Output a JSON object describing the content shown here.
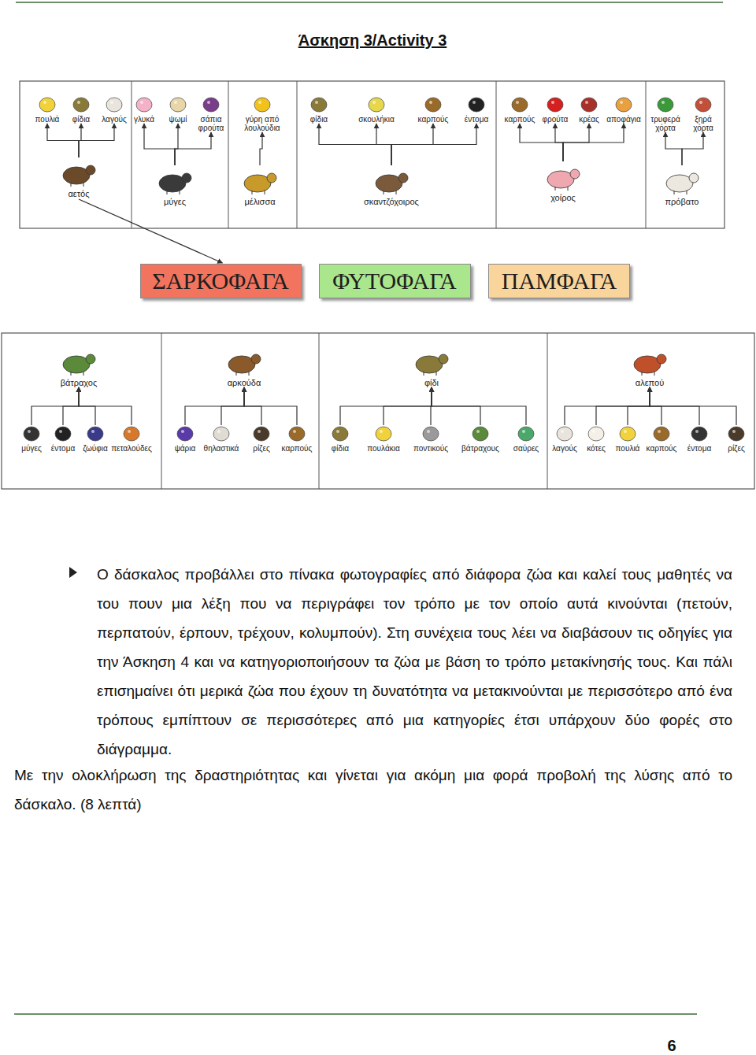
{
  "diagram": {
    "title": "Άσκηση 3/Activity 3",
    "nodes": [
      {
        "text": [
          "πουλιά"
        ]
      },
      {
        "text": [
          "φίδια"
        ]
      },
      {
        "text": [
          "λαγούς"
        ]
      },
      {
        "text": [
          "αετός"
        ]
      },
      {
        "text": [
          "γλυκά"
        ]
      },
      {
        "text": [
          "ψωμί"
        ]
      },
      {
        "text": [
          "σάπια φρούτα"
        ]
      },
      {
        "text": [
          "μύγες"
        ]
      },
      {
        "text": [
          "γύρη από λουλούδια"
        ]
      },
      {
        "text": [
          "μέλισσα"
        ]
      },
      {
        "text": [
          "φίδια"
        ]
      },
      {
        "text": [
          "σκουλήκια"
        ]
      },
      {
        "text": [
          "καρπούς"
        ]
      },
      {
        "text": [
          "έντομα"
        ]
      },
      {
        "text": [
          "σκαντζόχοιρος"
        ]
      },
      {
        "text": [
          "καρπούς"
        ]
      },
      {
        "text": [
          "φρούτα"
        ]
      },
      {
        "text": [
          "κρέας"
        ]
      },
      {
        "text": [
          "αποφάγια"
        ]
      },
      {
        "text": [
          "χοίρος"
        ]
      },
      {
        "text": [
          "τρυφερά χόρτα"
        ]
      },
      {
        "text": [
          "ξηρά χόρτα"
        ]
      },
      {
        "text": [
          "πρόβατο"
        ]
      },
      {
        "text": [
          "ΣΑΡΚΟΦΑΓΑ"
        ]
      },
      {
        "text": [
          "ΦΥΤΟΦΑΓΑ"
        ]
      },
      {
        "text": [
          "ΠΑΜΦΑΓΑ"
        ]
      },
      {
        "text": [
          "βάτραχος"
        ]
      },
      {
        "text": [
          "μύγες"
        ]
      },
      {
        "text": [
          "έντομα"
        ]
      },
      {
        "text": [
          "ζωύφια"
        ]
      },
      {
        "text": [
          "πεταλούδες"
        ]
      },
      {
        "text": [
          "αρκούδα"
        ]
      },
      {
        "text": [
          "ψάρια"
        ]
      },
      {
        "text": [
          "θηλαστικά"
        ]
      },
      {
        "text": [
          "ρίζες"
        ]
      },
      {
        "text": [
          "καρπούς"
        ]
      },
      {
        "text": [
          "φίδι"
        ]
      },
      {
        "text": [
          "φίδια"
        ]
      },
      {
        "text": [
          "πουλάκια"
        ]
      },
      {
        "text": [
          "ποντικούς"
        ]
      },
      {
        "text": [
          "βάτραχους"
        ]
      },
      {
        "text": [
          "σαύρες"
        ]
      },
      {
        "text": [
          "αλεπού"
        ]
      },
      {
        "text": [
          "λαγούς"
        ]
      },
      {
        "text": [
          "κότες"
        ]
      },
      {
        "text": [
          "πουλιά"
        ]
      },
      {
        "text": [
          "καρπούς"
        ]
      },
      {
        "text": [
          "έντομα"
        ]
      },
      {
        "text": [
          "ρίζες"
        ]
      }
    ],
    "edges": [
      {
        "from": 3,
        "to": 0,
        "arrow": "to"
      },
      {
        "from": 3,
        "to": 1,
        "arrow": "to"
      },
      {
        "from": 3,
        "to": 2,
        "arrow": "to"
      },
      {
        "from": 7,
        "to": 4,
        "arrow": "to"
      },
      {
        "from": 7,
        "to": 5,
        "arrow": "to"
      },
      {
        "from": 7,
        "to": 6,
        "arrow": "to"
      },
      {
        "from": 9,
        "to": 8,
        "arrow": "to"
      },
      {
        "from": 14,
        "to": 10,
        "arrow": "to"
      },
      {
        "from": 14,
        "to": 11,
        "arrow": "to"
      },
      {
        "from": 14,
        "to": 12,
        "arrow": "to"
      },
      {
        "from": 14,
        "to": 13,
        "arrow": "to"
      },
      {
        "from": 19,
        "to": 15,
        "arrow": "to"
      },
      {
        "from": 19,
        "to": 16,
        "arrow": "to"
      },
      {
        "from": 19,
        "to": 17,
        "arrow": "to"
      },
      {
        "from": 19,
        "to": 18,
        "arrow": "to"
      },
      {
        "from": 22,
        "to": 20,
        "arrow": "to"
      },
      {
        "from": 22,
        "to": 21,
        "arrow": "to"
      },
      {
        "from": 3,
        "to": 23,
        "arrow": "to"
      },
      {
        "from": 27,
        "to": 26,
        "arrow": "to"
      },
      {
        "from": 28,
        "to": 26,
        "arrow": "to"
      },
      {
        "from": 29,
        "to": 26,
        "arrow": "to"
      },
      {
        "from": 30,
        "to": 26,
        "arrow": "to"
      },
      {
        "from": 32,
        "to": 31,
        "arrow": "to"
      },
      {
        "from": 33,
        "to": 31,
        "arrow": "to"
      },
      {
        "from": 34,
        "to": 31,
        "arrow": "to"
      },
      {
        "from": 35,
        "to": 31,
        "arrow": "to"
      },
      {
        "from": 37,
        "to": 36,
        "arrow": "to"
      },
      {
        "from": 38,
        "to": 36,
        "arrow": "to"
      },
      {
        "from": 39,
        "to": 36,
        "arrow": "to"
      },
      {
        "from": 40,
        "to": 36,
        "arrow": "to"
      },
      {
        "from": 41,
        "to": 36,
        "arrow": "to"
      },
      {
        "from": 43,
        "to": 42,
        "arrow": "to"
      },
      {
        "from": 44,
        "to": 42,
        "arrow": "to"
      },
      {
        "from": 45,
        "to": 42,
        "arrow": "to"
      },
      {
        "from": 46,
        "to": 42,
        "arrow": "to"
      },
      {
        "from": 47,
        "to": 42,
        "arrow": "to"
      },
      {
        "from": 48,
        "to": 42,
        "arrow": "to"
      }
    ],
    "labels": [
      "Ο δάσκαλος προβάλλει στο πίνακα φωτογραφίες από διάφορα ζώα και καλεί τους μαθητές να του πουν μια λέξη που να περιγράφει τον τρόπο με τον οποίο αυτά κινούνται (πετούν, περπατούν, έρπουν, τρέχουν, κολυμπούν). Στη συνέχεια τους λέει να διαβάσουν τις οδηγίες για την Άσκηση 4 και να κατηγοριοποιήσουν τα ζώα με βάση το τρόπο μετακίνησής τους. Και πάλι επισημαίνει ότι μερικά ζώα που έχουν τη δυνατότητα να μετακινούνται με περισσότερο από ένα τρόπους εμπίπτουν σε περισσότερες από μια κατηγορίες έτσι υπάρχουν δύο φορές στο διάγραμμα.",
      "Με την ολοκλήρωση της δραστηριότητας και γίνεται για ακόμη μια φορά προβολή της λύσης από το δάσκαλο. (8 λεπτά)",
      "6"
    ]
  }
}
